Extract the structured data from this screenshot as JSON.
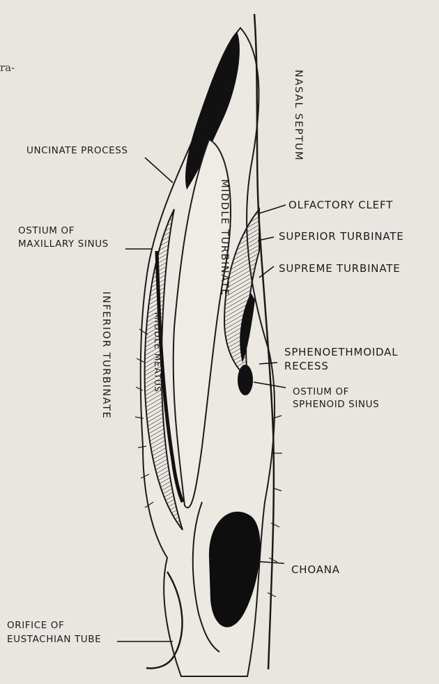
{
  "bleed_text": "ra-",
  "labels": {
    "nasal_septum": "NASAL SEPTUM",
    "uncinate_process": "UNCINATE PROCESS",
    "middle_turbinate": "MIDDLE TURBINATE",
    "olfactory_cleft": "OLFACTORY CLEFT",
    "ostium_maxillary_1": "OSTIUM OF",
    "ostium_maxillary_2": "MAXILLARY SINUS",
    "superior_turbinate": "SUPERIOR TURBINATE",
    "supreme_turbinate": "SUPREME TURBINATE",
    "inferior_turbinate": "INFERIOR TURBINATE",
    "middle_meatus": "MIDDLE MEATUS",
    "sphenoethmoidal_1": "SPHENOETHMOIDAL",
    "sphenoethmoidal_2": "RECESS",
    "ostium_sphenoid_1": "OSTIUM OF",
    "ostium_sphenoid_2": "SPHENOID SINUS",
    "choana": "CHOANA",
    "eustachian_1": "ORIFICE OF",
    "eustachian_2": "EUSTACHIAN TUBE"
  }
}
